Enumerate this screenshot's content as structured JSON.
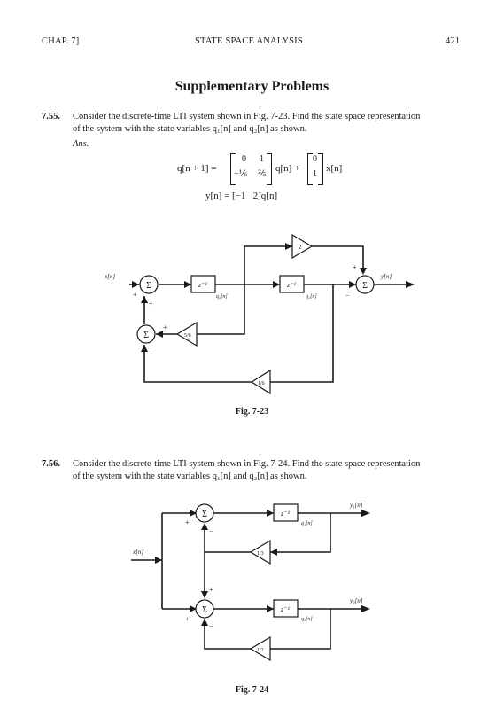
{
  "header": {
    "chapter": "CHAP. 7]",
    "title": "STATE SPACE ANALYSIS",
    "page": "421"
  },
  "section_title": "Supplementary Problems",
  "problems": [
    {
      "number": "7.55.",
      "line1": "Consider the discrete-time LTI system shown in Fig. 7-23. Find the state space representation",
      "line2": "of the system with the state variables q₁[n] and q₂[n] as shown.",
      "answer_label": "Ans.",
      "eq1_lhs": "q[n + 1] =",
      "eq1_mat_a": [
        "0",
        "1",
        "−⅙",
        "⅖"
      ],
      "eq1_mid": "q[n] +",
      "eq1_vec_b": [
        "0",
        "1"
      ],
      "eq1_end": "x[n]",
      "eq2": "y[n] = [−1   2]q[n]",
      "figure_caption": "Fig. 7-23"
    },
    {
      "number": "7.56.",
      "line1": "Consider the discrete-time LTI system shown in Fig. 7-24. Find the state space representation",
      "line2": "of the system with the state variables q₁[n] and q₂[n] as shown.",
      "figure_caption": "Fig. 7-24"
    }
  ],
  "fig723": {
    "input": "x[n]",
    "output": "y[n]",
    "sum": "Σ",
    "delay": "z⁻¹",
    "q2": "q₂[n]",
    "q1": "q₁[n]",
    "gain_top": "2",
    "gain_mid": "5/6",
    "gain_bottom": "1/6",
    "plus": "+",
    "minus": "−"
  },
  "fig724": {
    "input": "x[n]",
    "y1": "y₁[n]",
    "y2": "y₂[n]",
    "sum": "Σ",
    "delay": "z⁻¹",
    "q1": "q₁[n]",
    "q2": "q₂[n]",
    "gain_top": "1/3",
    "gain_bottom": "1/2",
    "plus": "+",
    "minus": "−"
  }
}
